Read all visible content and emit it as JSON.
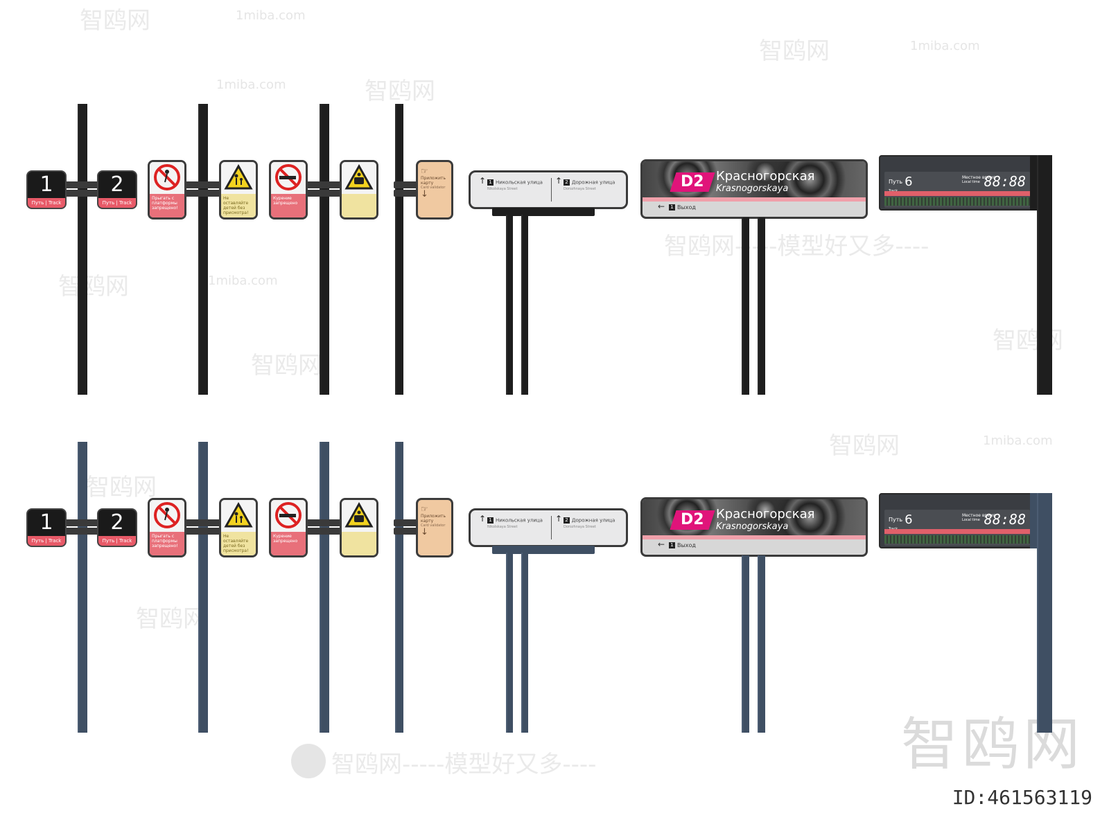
{
  "colors": {
    "pole_black": "#1e1e1e",
    "pole_blue": "#3f4f63",
    "accent_pink": "#e0147a",
    "sign_red": "#e8707a",
    "sign_yellow": "#f0e3a0"
  },
  "track_signs": [
    {
      "number": "1",
      "label": "Путь | Track"
    },
    {
      "number": "2",
      "label": "Путь | Track"
    }
  ],
  "warning_signs": [
    {
      "icon": "no-jumping-icon",
      "text": "Прыгать с платформы запрещено!",
      "style": "red"
    },
    {
      "icon": "caution-children-icon",
      "text": "Не оставляйте детей без присмотра!",
      "style": "yellow"
    },
    {
      "icon": "no-smoking-icon",
      "text": "Курение запрещено",
      "style": "red"
    },
    {
      "icon": "caution-train-icon",
      "text": "",
      "style": "yellow"
    }
  ],
  "map_sign": {
    "icon": "hand-card-icon",
    "text": "Приложить карту",
    "sub": "Card validator"
  },
  "wayfinding": {
    "left": {
      "number": "1",
      "title": "Никольская улица",
      "sub": "Nikolskaya Street"
    },
    "right": {
      "number": "2",
      "title": "Дорожная улица",
      "sub": "Dorozhnaya Street"
    }
  },
  "station": {
    "line": "D2",
    "name": "Красногорская",
    "latin": "Krasnogorskaya",
    "exit_number": "1",
    "exit_label": "Выход"
  },
  "departure": {
    "path_label": "Путь",
    "path_sub": "Track",
    "path_number": "6",
    "time_label": "Местное время",
    "time_sub": "Local time",
    "time": "88:88"
  },
  "watermarks": {
    "brand": "智鸥网",
    "site": "1miba.com",
    "slogan": "智鸥网-----模型好又多----"
  },
  "logo_text": "智鸥网",
  "id_text": "ID:461563119"
}
